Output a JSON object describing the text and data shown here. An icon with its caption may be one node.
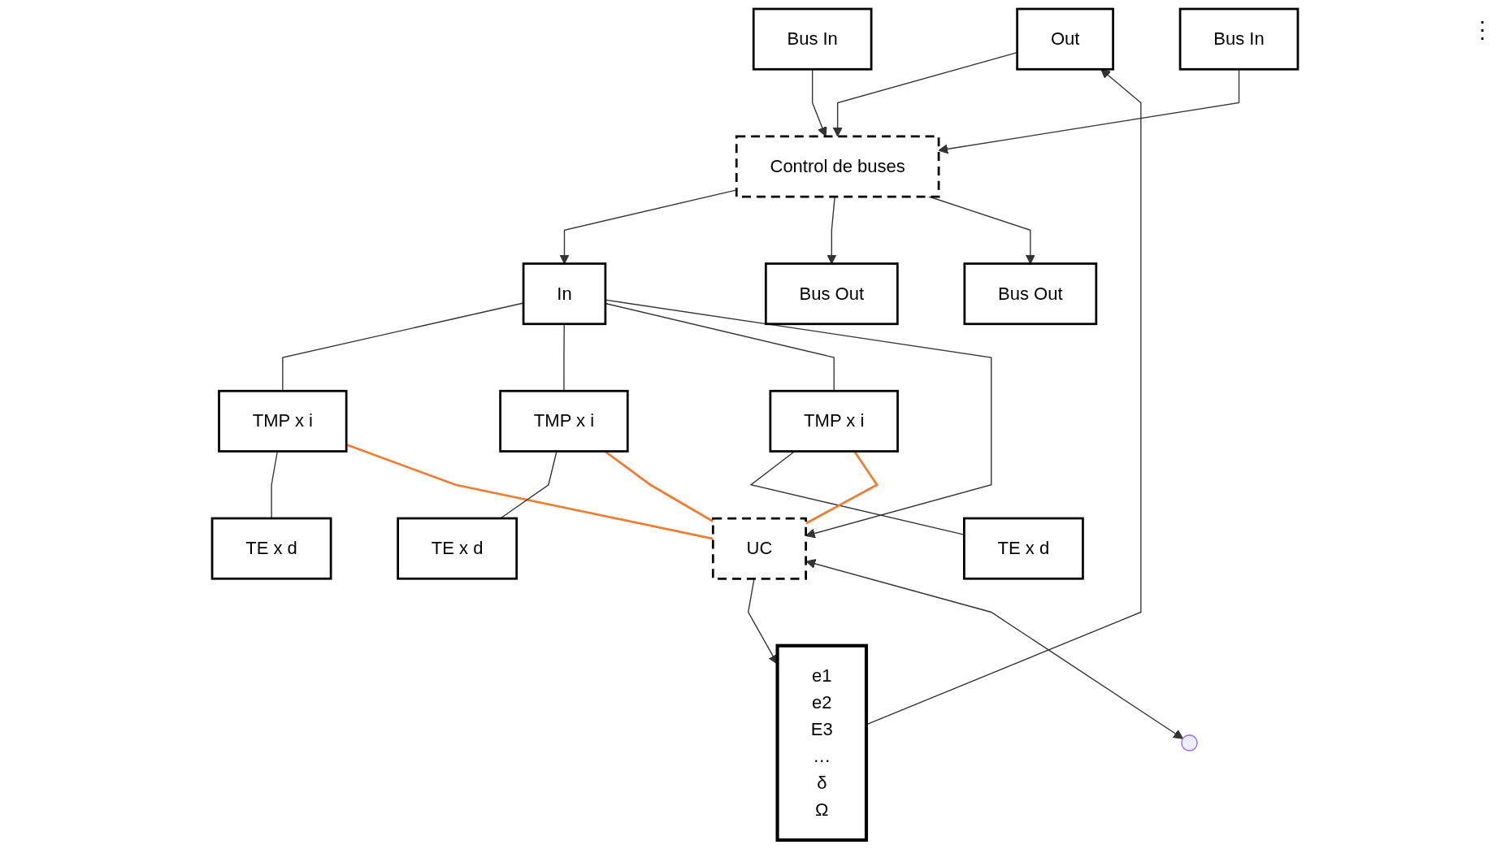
{
  "diagram": {
    "nodes": [
      {
        "text": [
          "Out"
        ]
      },
      {
        "text": [
          "e1",
          "e2",
          "E3",
          "…",
          "δ",
          "Ω"
        ]
      },
      {
        "text": [
          "In"
        ]
      },
      {
        "text": [
          "TMP x i"
        ]
      },
      {
        "text": [
          "TE x d"
        ]
      },
      {
        "text": [
          "TMP x i"
        ]
      },
      {
        "text": [
          "TE x d"
        ]
      },
      {
        "text": [
          "TMP x i"
        ]
      },
      {
        "text": [
          "TE x d"
        ]
      },
      {
        "text": [
          "Bus Out"
        ]
      },
      {
        "text": [
          "Bus In"
        ]
      },
      {
        "text": [
          "Control de buses"
        ]
      },
      {
        "text": [
          "UC"
        ]
      },
      {
        "text": [
          "Bus Out"
        ]
      },
      {
        "text": [
          "Bus In"
        ]
      }
    ],
    "edges": [
      {
        "from": 1,
        "to": 0,
        "arrow": "to"
      },
      {
        "from": 0,
        "to": 11,
        "arrow": "to"
      },
      {
        "from": 11,
        "to": 2,
        "arrow": "to"
      },
      {
        "from": 11,
        "to": 9,
        "arrow": "to"
      },
      {
        "from": 10,
        "to": 11,
        "arrow": "to"
      },
      {
        "from": 11,
        "to": 13,
        "arrow": "to"
      },
      {
        "from": 14,
        "to": 11,
        "arrow": "to"
      },
      {
        "from": 2,
        "to": 3,
        "arrow": "none"
      },
      {
        "from": 3,
        "to": 4,
        "arrow": "none"
      },
      {
        "from": 3,
        "to": 12,
        "arrow": "none",
        "color": "#ed7d31"
      },
      {
        "from": 2,
        "to": 5,
        "arrow": "none"
      },
      {
        "from": 5,
        "to": 6,
        "arrow": "none"
      },
      {
        "from": 5,
        "to": 12,
        "arrow": "none",
        "color": "#ed7d31"
      },
      {
        "from": 2,
        "to": 7,
        "arrow": "none"
      },
      {
        "from": 7,
        "to": 8,
        "arrow": "none"
      },
      {
        "from": 7,
        "to": 12,
        "arrow": "none",
        "color": "#ed7d31"
      },
      {
        "from": 2,
        "to": 12,
        "arrow": "to"
      },
      {
        "from": 12,
        "to": 1,
        "arrow": "to"
      },
      {
        "from": 12,
        "to": null,
        "arrow": "both"
      }
    ],
    "labels": [
      "⋮"
    ]
  }
}
